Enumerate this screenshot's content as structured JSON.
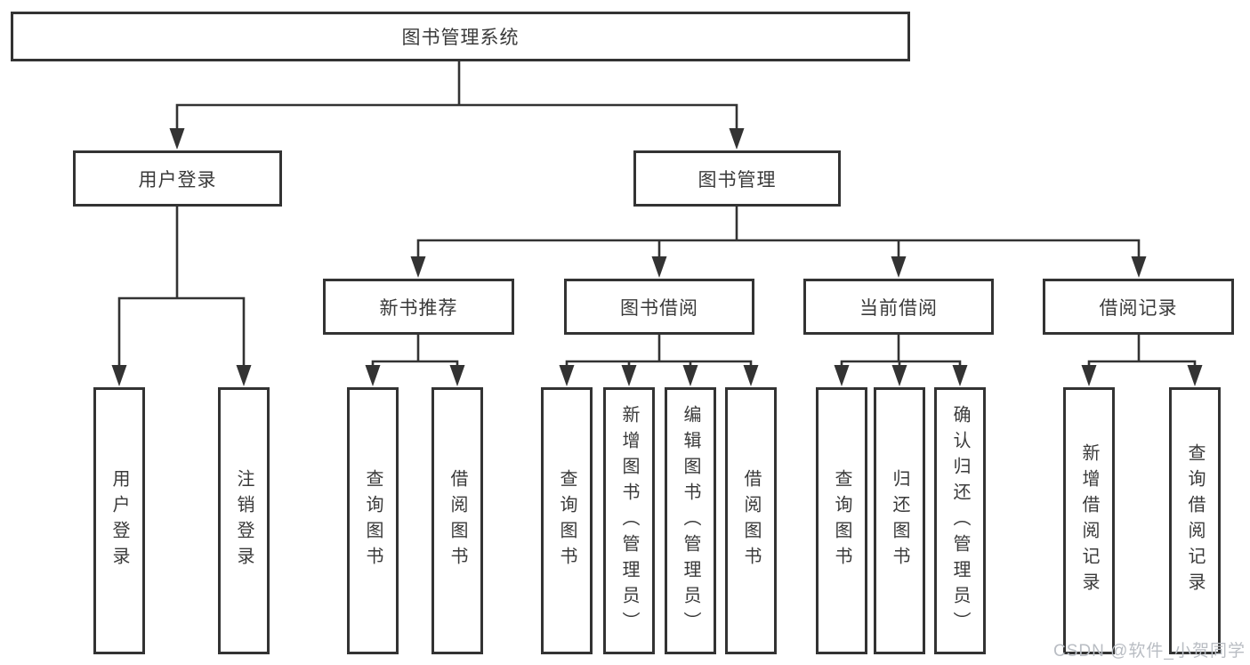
{
  "page": {
    "background": "#ffffff"
  },
  "colors": {
    "line": "#333333",
    "box_border": "#333333",
    "text": "#3a3a3a",
    "watermark": "#b9bdc3"
  },
  "diagram_type": "hierarchy-tree",
  "tree": {
    "root": {
      "label": "图书管理系统",
      "children": [
        {
          "label": "用户登录",
          "children": [
            {
              "label": "用户登录"
            },
            {
              "label": "注销登录"
            }
          ]
        },
        {
          "label": "图书管理",
          "children": [
            {
              "label": "新书推荐",
              "children": [
                {
                  "label": "查询图书"
                },
                {
                  "label": "借阅图书"
                }
              ]
            },
            {
              "label": "图书借阅",
              "children": [
                {
                  "label": "查询图书"
                },
                {
                  "label": "新增图书（管理员）"
                },
                {
                  "label": "编辑图书（管理员）"
                },
                {
                  "label": "借阅图书"
                }
              ]
            },
            {
              "label": "当前借阅",
              "children": [
                {
                  "label": "查询图书"
                },
                {
                  "label": "归还图书"
                },
                {
                  "label": "确认归还（管理员）"
                }
              ]
            },
            {
              "label": "借阅记录",
              "children": [
                {
                  "label": "新增借阅记录"
                },
                {
                  "label": "查询借阅记录"
                }
              ]
            }
          ]
        }
      ]
    }
  },
  "watermark": {
    "text": "CSDN @软件_小贺同学"
  }
}
